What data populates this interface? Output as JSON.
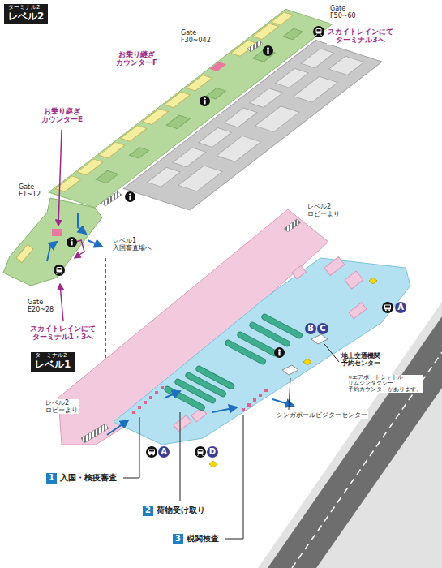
{
  "diagram": {
    "nodes": [
      {
        "text": [
          "ターミナル2",
          "レベル2"
        ]
      },
      {
        "text": [
          "A"
        ]
      },
      {
        "text": [
          "B"
        ]
      },
      {
        "text": [
          "C"
        ]
      },
      {
        "text": [
          "ターミナル2",
          "レベル1"
        ]
      },
      {
        "text": [
          "A"
        ]
      },
      {
        "text": [
          "D"
        ]
      },
      {
        "text": [
          "1",
          "入国・検疫審査"
        ]
      },
      {
        "text": [
          "2",
          "荷物受け取り"
        ]
      },
      {
        "text": [
          "3",
          "税関検査"
        ]
      }
    ],
    "labels": [
      "Gate F50~60",
      "スカイトレインにて ターミナル3へ",
      "Gate F30~042",
      "お乗り継ぎ カウンターF",
      "お乗り継ぎ カウンターE",
      "Gate E1~12",
      "レベル1 入国審査場へ",
      "Gate E20~28",
      "スカイトレインにて ターミナル1・3へ",
      "レベル2 ロビーより",
      "レベル2 ロビーより",
      "地上交通機関 予約センター",
      "※エアポートシャトル リムジンタクシー 予約カウンターがあります。",
      "シンガポールビジターセンター"
    ]
  }
}
